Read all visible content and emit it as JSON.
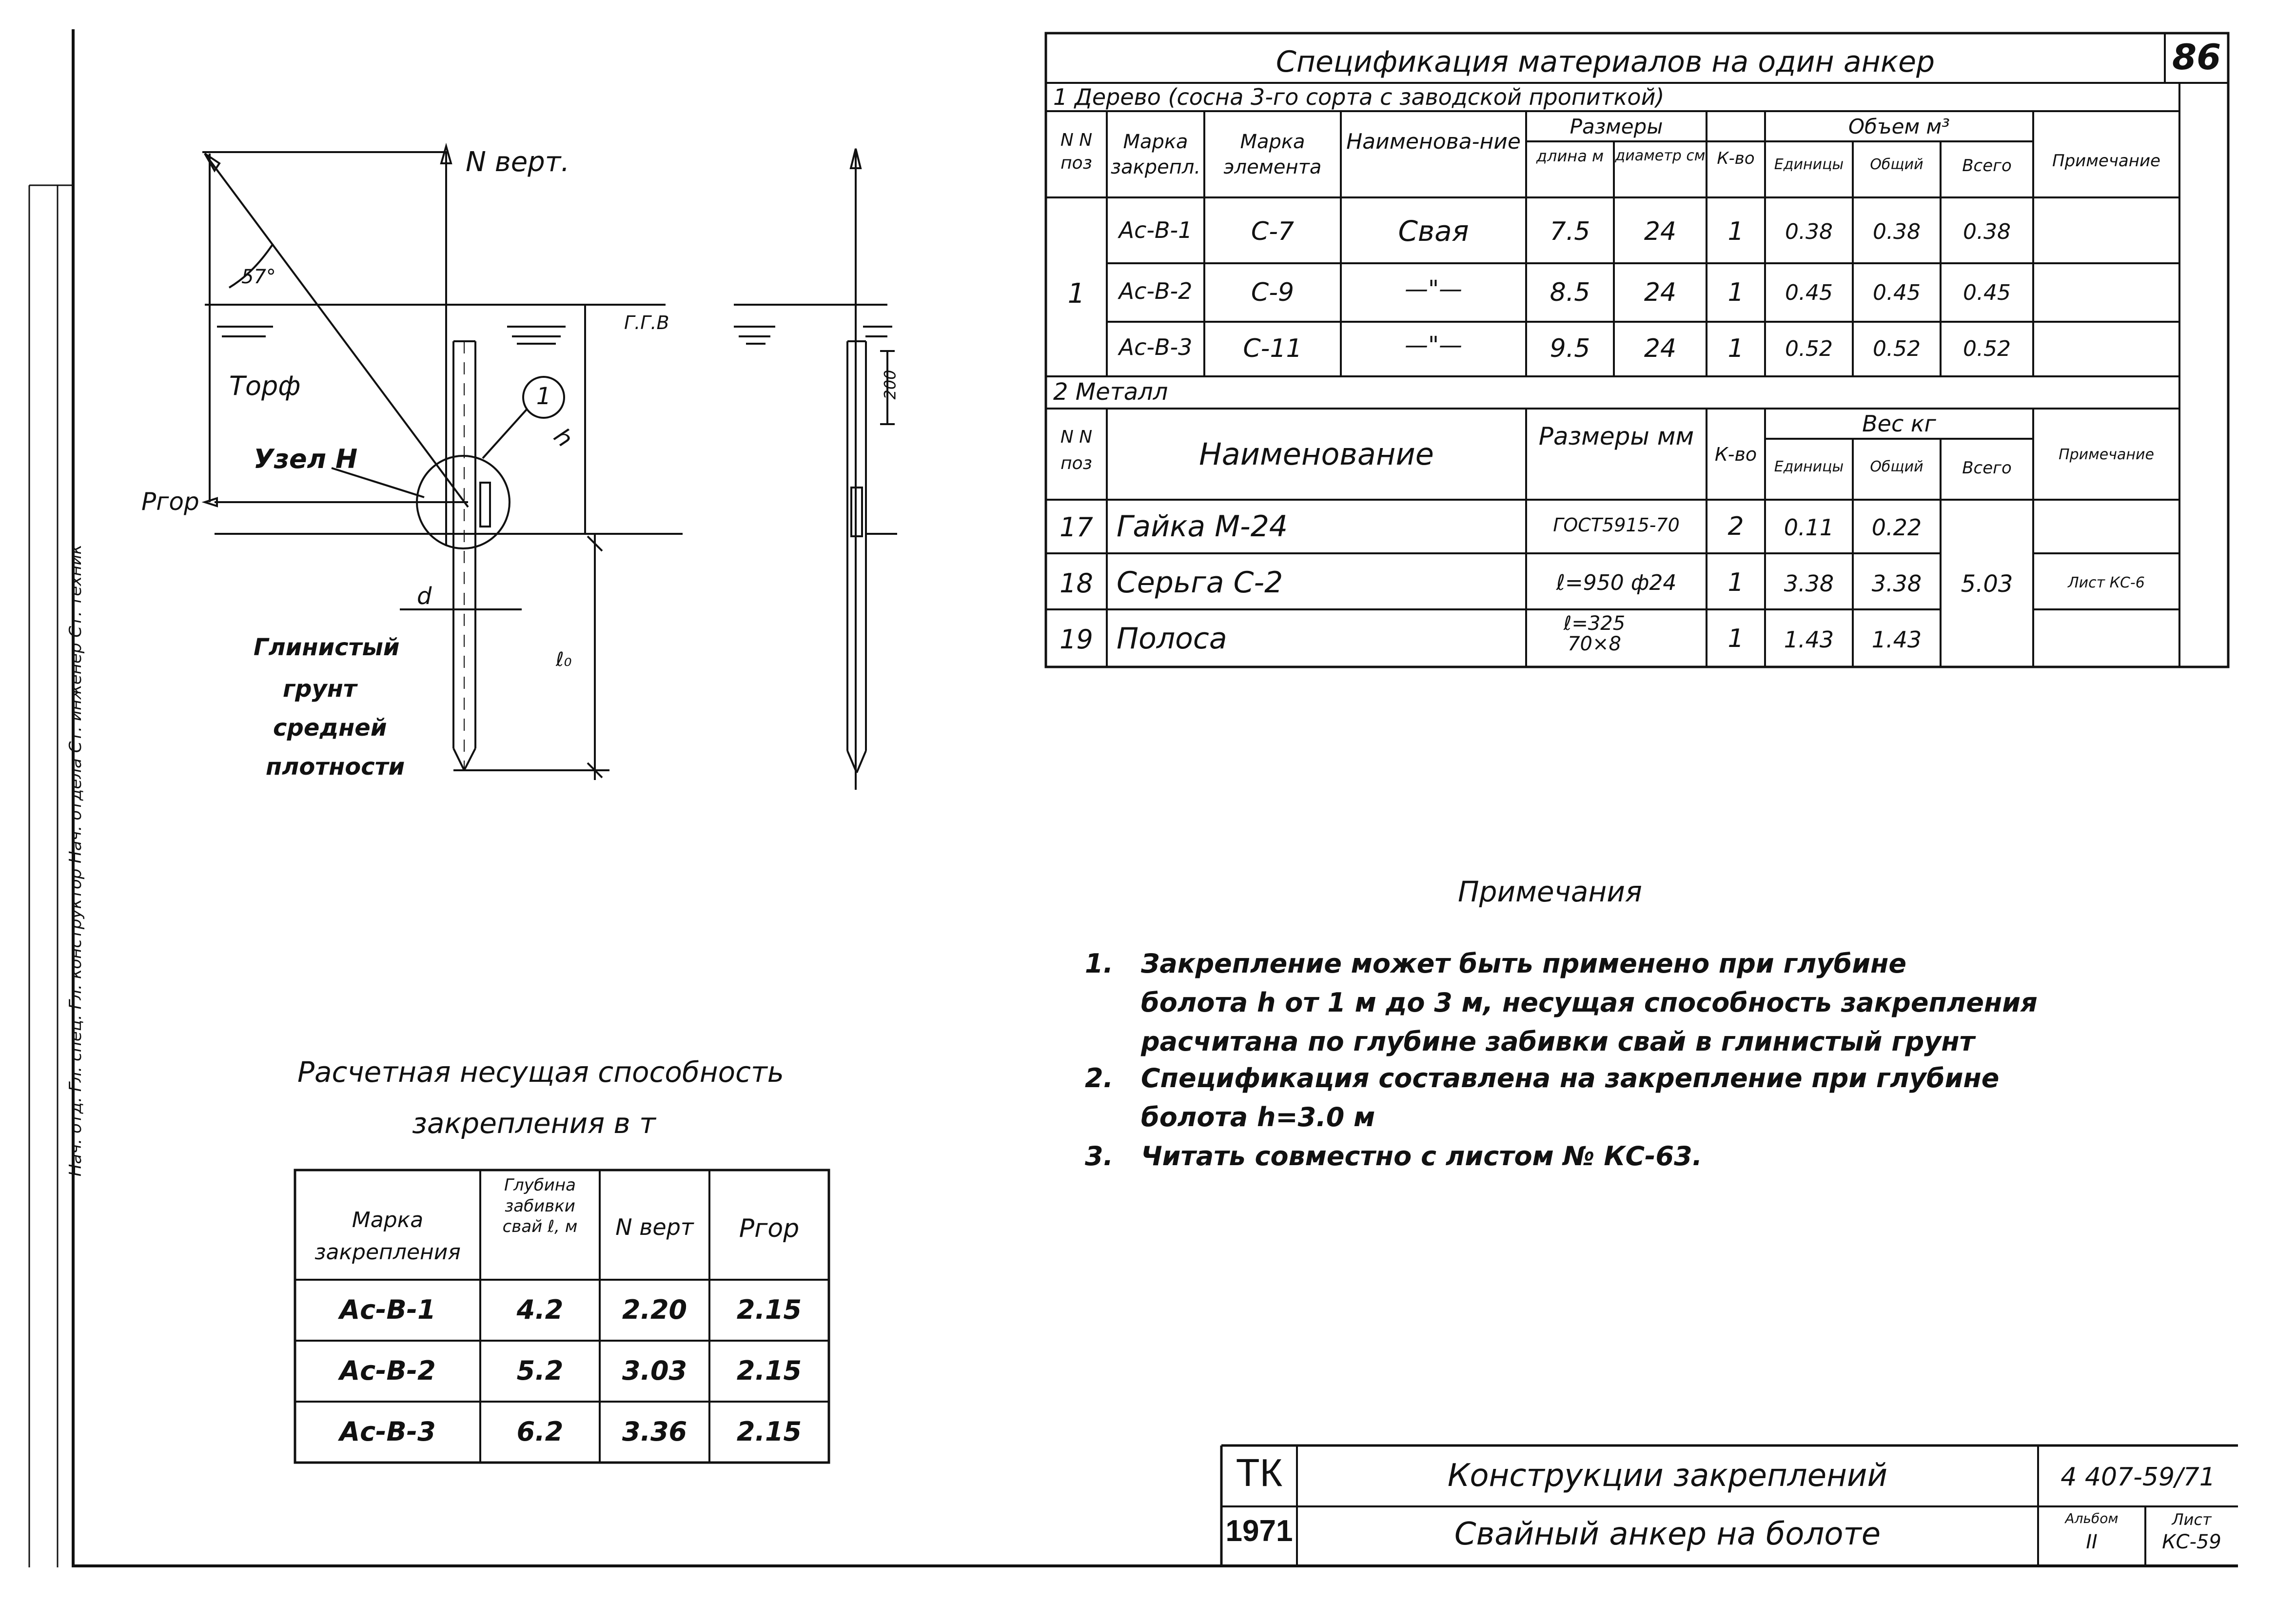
{
  "sheet": {
    "number": "86"
  },
  "sidebar": {
    "text": "Нач. отд. Гл. спец. Гл. конструктор Нач. отдела Ст. инженер Ст. техник"
  },
  "drawing": {
    "n_vert": "N верт.",
    "angle": "57°",
    "ggv": "Г.Г.В",
    "peat": "Торф",
    "node": "Узел Н",
    "rgor": "Ргор",
    "callout": "1",
    "depth_h": "h",
    "depth_d": "d",
    "depth_l": "ℓ₀",
    "soil": [
      "Глинистый",
      "грунт",
      "средней",
      "плотности"
    ],
    "dim_200": "200"
  },
  "spec": {
    "title": "Спецификация материалов на один анкер",
    "wood": {
      "section": "1  Дерево (сосна 3-го сорта с заводской пропиткой)",
      "headers": {
        "poz": "N N поз",
        "marka_zakr": "Марка закрепл.",
        "marka_el": "Марка элемента",
        "name": "Наименова-ние",
        "sizes": "Размеры",
        "length": "длина м",
        "diam": "диаметр см",
        "qty": "К-во",
        "volume": "Объем м³",
        "unit": "Единицы",
        "total_el": "Общий",
        "all": "Всего",
        "note": "Примечание"
      },
      "poz": "1",
      "rows": [
        {
          "mz": "Ас-В-1",
          "me": "С-7",
          "name": "Свая",
          "len": "7.5",
          "diam": "24",
          "qty": "1",
          "unit": "0.38",
          "tot": "0.38",
          "all": "0.38"
        },
        {
          "mz": "Ас-В-2",
          "me": "С-9",
          "name": "—\"—",
          "len": "8.5",
          "diam": "24",
          "qty": "1",
          "unit": "0.45",
          "tot": "0.45",
          "all": "0.45"
        },
        {
          "mz": "Ас-В-3",
          "me": "С-11",
          "name": "—\"—",
          "len": "9.5",
          "diam": "24",
          "qty": "1",
          "unit": "0.52",
          "tot": "0.52",
          "all": "0.52"
        }
      ]
    },
    "metal": {
      "section": "2  Металл",
      "headers": {
        "poz": "N N поз",
        "name": "Наименование",
        "sizes": "Размеры мм",
        "qty": "К-во",
        "weight": "Вес кг",
        "unit": "Единицы",
        "total_el": "Общий",
        "all": "Всего",
        "note": "Примечание"
      },
      "rows": [
        {
          "poz": "17",
          "name": "Гайка М-24",
          "size": "ГОСТ5915-70",
          "qty": "2",
          "unit": "0.11",
          "tot": "0.22"
        },
        {
          "poz": "18",
          "name": "Серьга С-2",
          "size": "ℓ=950 ф24",
          "qty": "1",
          "unit": "3.38",
          "tot": "3.38"
        },
        {
          "poz": "19",
          "name": "Полоса",
          "size": "ℓ=325 70×8",
          "qty": "1",
          "unit": "1.43",
          "tot": "1.43"
        }
      ],
      "all": "5.03",
      "note": "Лист КС-6"
    }
  },
  "notes": {
    "title": "Примечания",
    "items": [
      {
        "num": "1.",
        "lines": [
          "Закрепление может быть применено при глубине",
          "болота h от 1 м до 3 м, несущая способность закрепления",
          "расчитана по глубине забивки свай в глинистый грунт"
        ]
      },
      {
        "num": "2.",
        "lines": [
          "Спецификация составлена на закрепление при глубине",
          "болота   h=3.0 м"
        ]
      },
      {
        "num": "3.",
        "lines": [
          "Читать совместно с листом № КС-63."
        ]
      }
    ]
  },
  "capacity": {
    "title_1": "Расчетная несущая способность",
    "title_2": "закрепления в т",
    "headers": [
      "Марка закрепления",
      "Глубина забивки свай ℓ, м",
      "N верт",
      "Ргор"
    ],
    "rows": [
      [
        "Ас-В-1",
        "4.2",
        "2.20",
        "2.15"
      ],
      [
        "Ас-В-2",
        "5.2",
        "3.03",
        "2.15"
      ],
      [
        "Ас-В-3",
        "6.2",
        "3.36",
        "2.15"
      ]
    ]
  },
  "title_block": {
    "org": "ТК",
    "year": "1971",
    "title": "Конструкции закреплений",
    "subtitle": "Свайный анкер на болоте",
    "code": "4 407-59/71",
    "album_label": "Альбом",
    "album": "II",
    "sheet_label": "Лист",
    "sheet": "КС-59"
  }
}
